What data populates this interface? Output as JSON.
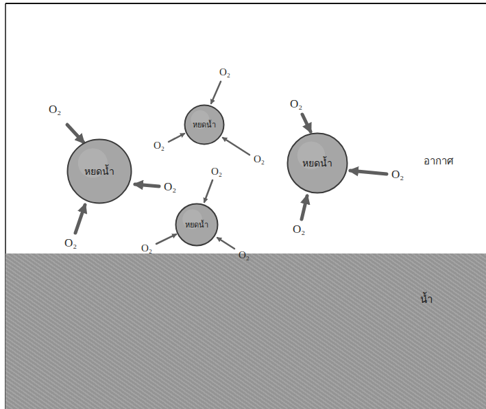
{
  "diagram": {
    "nodes": [
      {
        "text": [
          "หยดน้ำ"
        ]
      },
      {
        "text": [
          "หยดน้ำ"
        ]
      },
      {
        "text": [
          "หยดน้ำ"
        ]
      },
      {
        "text": [
          "หยดน้ำ"
        ]
      },
      {
        "text": [
          "น้ำ"
        ]
      }
    ],
    "labels": [
      "O₂",
      "O₂",
      "O₂",
      "O₂",
      "O₂",
      "O₂",
      "O₂",
      "O₂",
      "O₂",
      "O₂",
      "O₂",
      "O₂",
      "อากาศ"
    ]
  }
}
